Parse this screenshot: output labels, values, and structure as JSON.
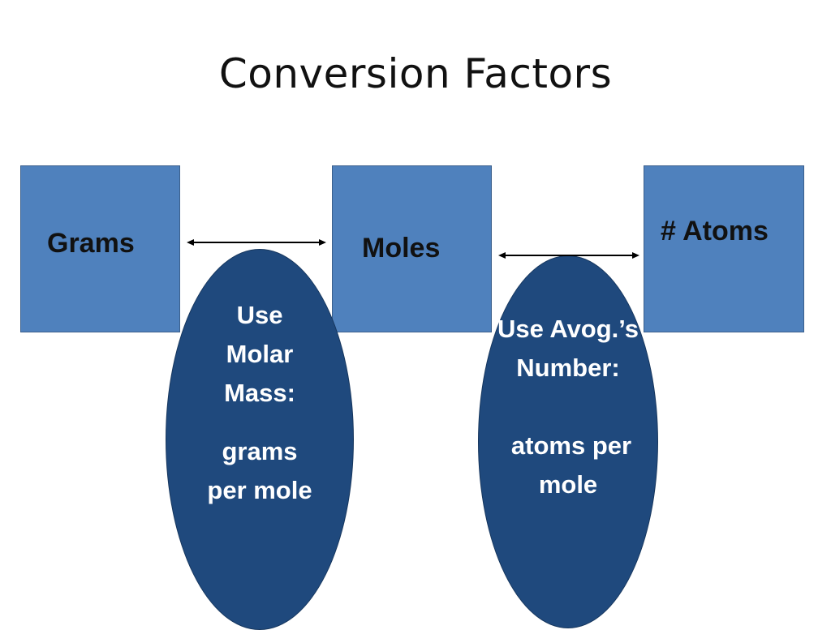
{
  "slide": {
    "title": "Conversion Factors"
  },
  "boxes": {
    "grams": "Grams",
    "moles": "Moles",
    "atoms": "# Atoms"
  },
  "ovals": {
    "molar_mass": {
      "line1": "Use",
      "line2": "Molar",
      "line3": "Mass:",
      "line4": "grams",
      "line5": "per mole"
    },
    "avogadro": {
      "line1": "Use Avog.’s",
      "line2": "Number:",
      "line3": "atoms per",
      "line4": "mole"
    }
  },
  "colors": {
    "box_fill": "#4F81BD",
    "oval_fill": "#1F497D",
    "oval_text": "#FFFFFF",
    "arrow": "#000000"
  },
  "icons": {
    "arrow_grams_moles": "double-headed-arrow",
    "arrow_moles_atoms": "double-headed-arrow"
  }
}
